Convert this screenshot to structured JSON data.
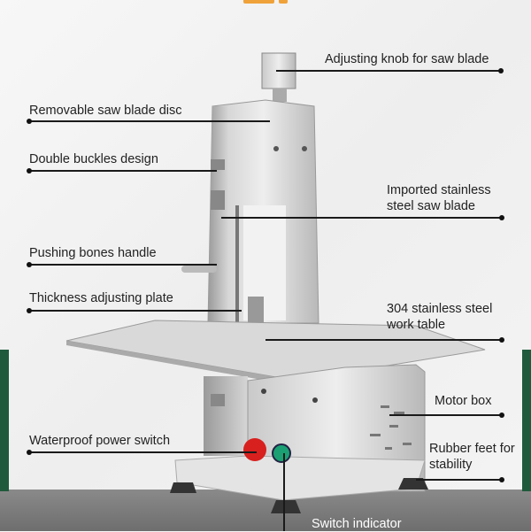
{
  "labels": {
    "knob": "Adjusting knob for saw blade",
    "disc": "Removable saw blade disc",
    "buckles": "Double buckles design",
    "blade_1": "Imported stainless",
    "blade_2": "steel saw blade",
    "handle": "Pushing bones handle",
    "plate": "Thickness adjusting plate",
    "table_1": "304 stainless steel",
    "table_2": "work table",
    "motor": "Motor box",
    "switch": "Waterproof power switch",
    "feet_1": "Rubber feet for",
    "feet_2": "stability",
    "indicator": "Switch indicator"
  },
  "colors": {
    "accent_green": "#1f5a3c",
    "accent_orange": "#f0a23a",
    "switch_red": "#d8201e",
    "indicator_green": "#1aa073"
  }
}
